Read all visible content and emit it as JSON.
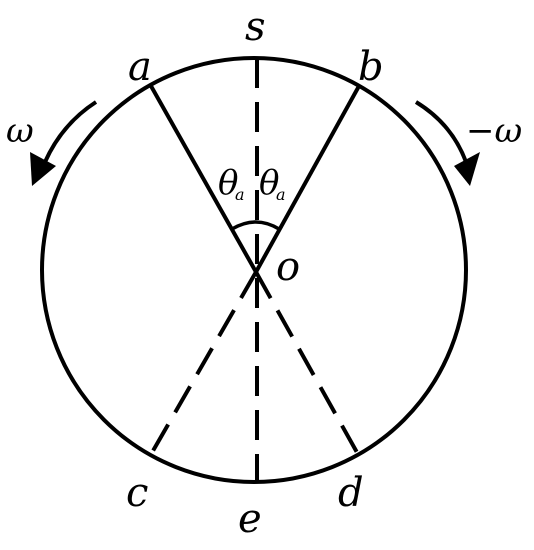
{
  "diagram": {
    "points": {
      "s": "s",
      "a": "a",
      "b": "b",
      "o": "o",
      "c": "c",
      "d": "d",
      "e": "e"
    },
    "rotation_left": "ω",
    "rotation_right": "−ω",
    "angle_left": {
      "symbol": "θ",
      "subscript": "a"
    },
    "angle_right": {
      "symbol": "θ",
      "subscript": "a"
    },
    "colors": {
      "stroke": "#000000",
      "background": "#ffffff"
    }
  }
}
